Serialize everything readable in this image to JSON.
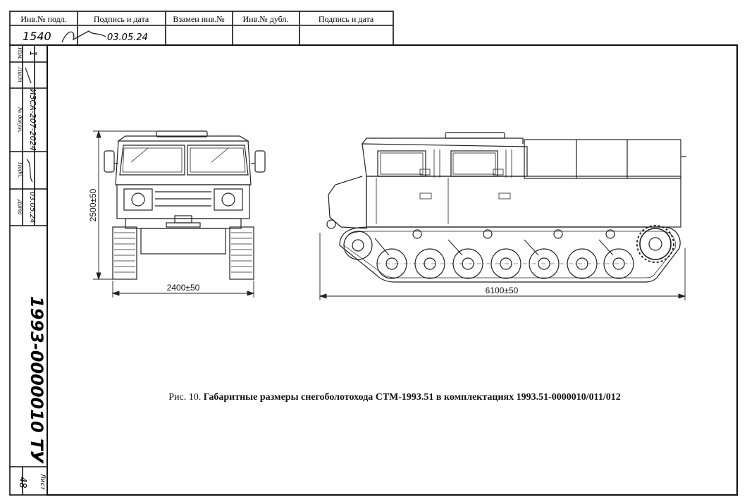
{
  "stamp": {
    "headers": [
      "Инв.№ подл.",
      "Подпись и дата",
      "Взамен инв.№",
      "Инв.№ дубл.",
      "Подпись и дата"
    ],
    "inv_no": "1540",
    "sign_date": "03.05.24"
  },
  "side_block": {
    "labels": [
      "Изм.",
      "Лист",
      "№ докум.",
      "Подп.",
      "Дата"
    ],
    "change": "1",
    "doc_no": "ИЗСА-207-2024",
    "date": "03.05.24"
  },
  "doc_code": "1993-0000010 ТУ",
  "sheet": {
    "label": "Лист",
    "number": "48"
  },
  "dims": {
    "height": "2500±50",
    "front_width": "2400±50",
    "length": "6100±50"
  },
  "caption": {
    "prefix": "Рис. 10.",
    "title": "Габаритные размеры снегоболотохода СТМ-1993.51 в комплектациях 1993.51-0000010/011/012"
  }
}
